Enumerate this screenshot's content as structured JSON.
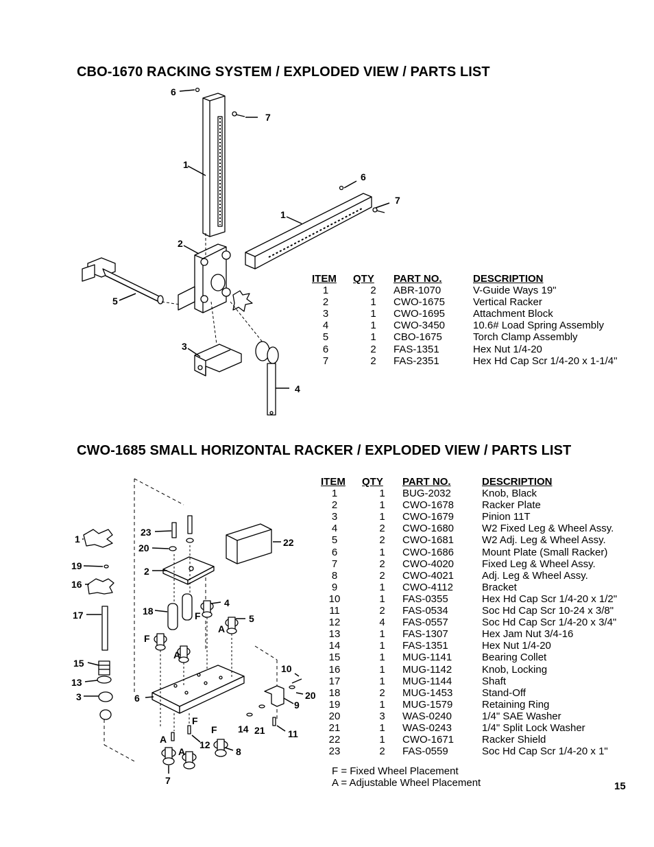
{
  "section1": {
    "title": "CBO-1670 RACKING SYSTEM / EXPLODED VIEW / PARTS LIST",
    "headers": {
      "item": "ITEM",
      "qty": "QTY",
      "part": "PART NO.",
      "desc": "DESCRIPTION"
    },
    "rows": [
      {
        "item": "1",
        "qty": "2",
        "part": "ABR-1070",
        "desc": "V-Guide Ways 19\""
      },
      {
        "item": "2",
        "qty": "1",
        "part": "CWO-1675",
        "desc": "Vertical Racker"
      },
      {
        "item": "3",
        "qty": "1",
        "part": "CWO-1695",
        "desc": "Attachment Block"
      },
      {
        "item": "4",
        "qty": "1",
        "part": "CWO-3450",
        "desc": "10.6# Load Spring Assembly"
      },
      {
        "item": "5",
        "qty": "1",
        "part": "CBO-1675",
        "desc": "Torch Clamp Assembly"
      },
      {
        "item": "6",
        "qty": "2",
        "part": "FAS-1351",
        "desc": "Hex Nut 1/4-20"
      },
      {
        "item": "7",
        "qty": "2",
        "part": "FAS-2351",
        "desc": "Hex Hd Cap Scr 1/4-20 x 1-1/4\""
      }
    ],
    "callouts": {
      "c6a": "6",
      "c7a": "7",
      "c1a": "1",
      "c6b": "6",
      "c7b": "7",
      "c1b": "1",
      "c2": "2",
      "c5": "5",
      "c3": "3",
      "c4": "4"
    }
  },
  "section2": {
    "title": "CWO-1685 SMALL HORIZONTAL RACKER / EXPLODED VIEW / PARTS LIST",
    "headers": {
      "item": "ITEM",
      "qty": "QTY",
      "part": "PART NO.",
      "desc": "DESCRIPTION"
    },
    "rows": [
      {
        "item": "1",
        "qty": "1",
        "part": "BUG-2032",
        "desc": "Knob, Black"
      },
      {
        "item": "2",
        "qty": "1",
        "part": "CWO-1678",
        "desc": "Racker Plate"
      },
      {
        "item": "3",
        "qty": "1",
        "part": "CWO-1679",
        "desc": "Pinion 11T"
      },
      {
        "item": "4",
        "qty": "2",
        "part": "CWO-1680",
        "desc": "W2 Fixed Leg & Wheel Assy."
      },
      {
        "item": "5",
        "qty": "2",
        "part": "CWO-1681",
        "desc": "W2 Adj. Leg & Wheel Assy."
      },
      {
        "item": "6",
        "qty": "1",
        "part": "CWO-1686",
        "desc": "Mount Plate (Small Racker)"
      },
      {
        "item": "7",
        "qty": "2",
        "part": "CWO-4020",
        "desc": "Fixed Leg & Wheel Assy."
      },
      {
        "item": "8",
        "qty": "2",
        "part": "CWO-4021",
        "desc": "Adj. Leg & Wheel Assy."
      },
      {
        "item": "9",
        "qty": "1",
        "part": "CWO-4112",
        "desc": "Bracket"
      },
      {
        "item": "10",
        "qty": "1",
        "part": "FAS-0355",
        "desc": "Hex Hd Cap Scr 1/4-20 x 1/2\""
      },
      {
        "item": "11",
        "qty": "2",
        "part": "FAS-0534",
        "desc": "Soc Hd Cap Scr 10-24 x 3/8\""
      },
      {
        "item": "12",
        "qty": "4",
        "part": "FAS-0557",
        "desc": "Soc Hd Cap Scr 1/4-20 x 3/4\""
      },
      {
        "item": "13",
        "qty": "1",
        "part": "FAS-1307",
        "desc": "Hex Jam Nut 3/4-16"
      },
      {
        "item": "14",
        "qty": "1",
        "part": "FAS-1351",
        "desc": "Hex Nut 1/4-20"
      },
      {
        "item": "15",
        "qty": "1",
        "part": "MUG-1141",
        "desc": "Bearing Collet"
      },
      {
        "item": "16",
        "qty": "1",
        "part": "MUG-1142",
        "desc": "Knob, Locking"
      },
      {
        "item": "17",
        "qty": "1",
        "part": "MUG-1144",
        "desc": "Shaft"
      },
      {
        "item": "18",
        "qty": "2",
        "part": "MUG-1453",
        "desc": "Stand-Off"
      },
      {
        "item": "19",
        "qty": "1",
        "part": "MUG-1579",
        "desc": "Retaining Ring"
      },
      {
        "item": "20",
        "qty": "3",
        "part": "WAS-0240",
        "desc": "1/4\" SAE Washer"
      },
      {
        "item": "21",
        "qty": "1",
        "part": "WAS-0243",
        "desc": "1/4\" Split Lock Washer"
      },
      {
        "item": "22",
        "qty": "1",
        "part": "CWO-1671",
        "desc": "Racker Shield"
      },
      {
        "item": "23",
        "qty": "2",
        "part": "FAS-0559",
        "desc": "Soc Hd Cap Scr 1/4-20 x 1\""
      }
    ],
    "legend": [
      "F = Fixed Wheel Placement",
      "A = Adjustable Wheel Placement"
    ],
    "callouts": {
      "c1": "1",
      "c19": "19",
      "c16": "16",
      "c17": "17",
      "c15": "15",
      "c13": "13",
      "c3": "3",
      "c23": "23",
      "c20a": "20",
      "c2": "2",
      "c18": "18",
      "cFa": "F",
      "cAa": "A",
      "c6": "6",
      "c22": "22",
      "c4": "4",
      "cFb": "F",
      "c5": "5",
      "cAb": "A",
      "c10": "10",
      "c20b": "20",
      "c9": "9",
      "c14": "14",
      "c21": "21",
      "c11": "11",
      "cFc": "F",
      "cFd": "F",
      "c12": "12",
      "cAc": "A",
      "cAd": "A",
      "c8": "8",
      "c7": "7"
    }
  },
  "page_number": "15"
}
